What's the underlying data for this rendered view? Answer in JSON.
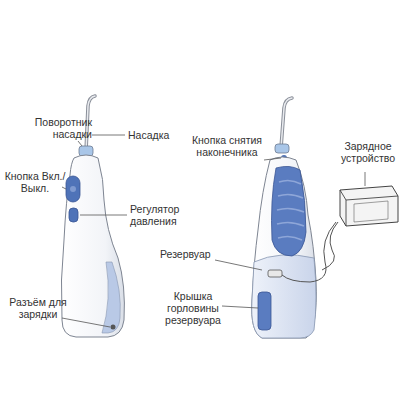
{
  "diagram": {
    "labels": [
      "Насадка",
      "Поворотник насадки",
      "Кнопка Вкл./Выкл.",
      "Регулятор давления",
      "Разъём для зарядки",
      "Кнопка снятия наконечника",
      "Зарядное устройство",
      "Резервуар",
      "Крышка горловины резервуара"
    ]
  }
}
